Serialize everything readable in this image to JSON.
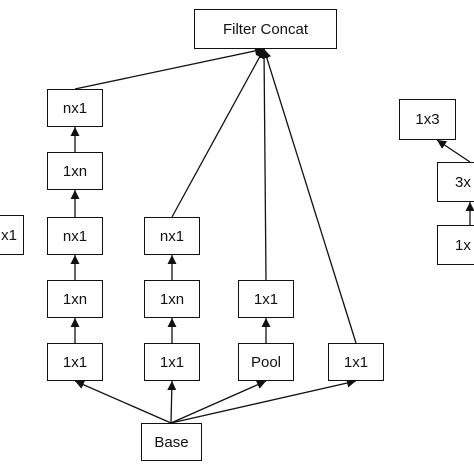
{
  "diagram": {
    "nodes": {
      "filter_concat": "Filter Concat",
      "b1_nx1_top": "nx1",
      "b1_1xn_mid": "1xn",
      "b1_nx1_low": "nx1",
      "b1_1xn_low": "1xn",
      "b1_1x1": "1x1",
      "b2_nx1": "nx1",
      "b2_1xn": "1xn",
      "b2_1x1": "1x1",
      "b3_1x1": "1x1",
      "b3_pool": "Pool",
      "b4_1x1": "1x1",
      "base": "Base",
      "left_partial": "x1",
      "right_1x3": "1x3",
      "right_3x": "3x",
      "right_1x": "1x"
    }
  }
}
